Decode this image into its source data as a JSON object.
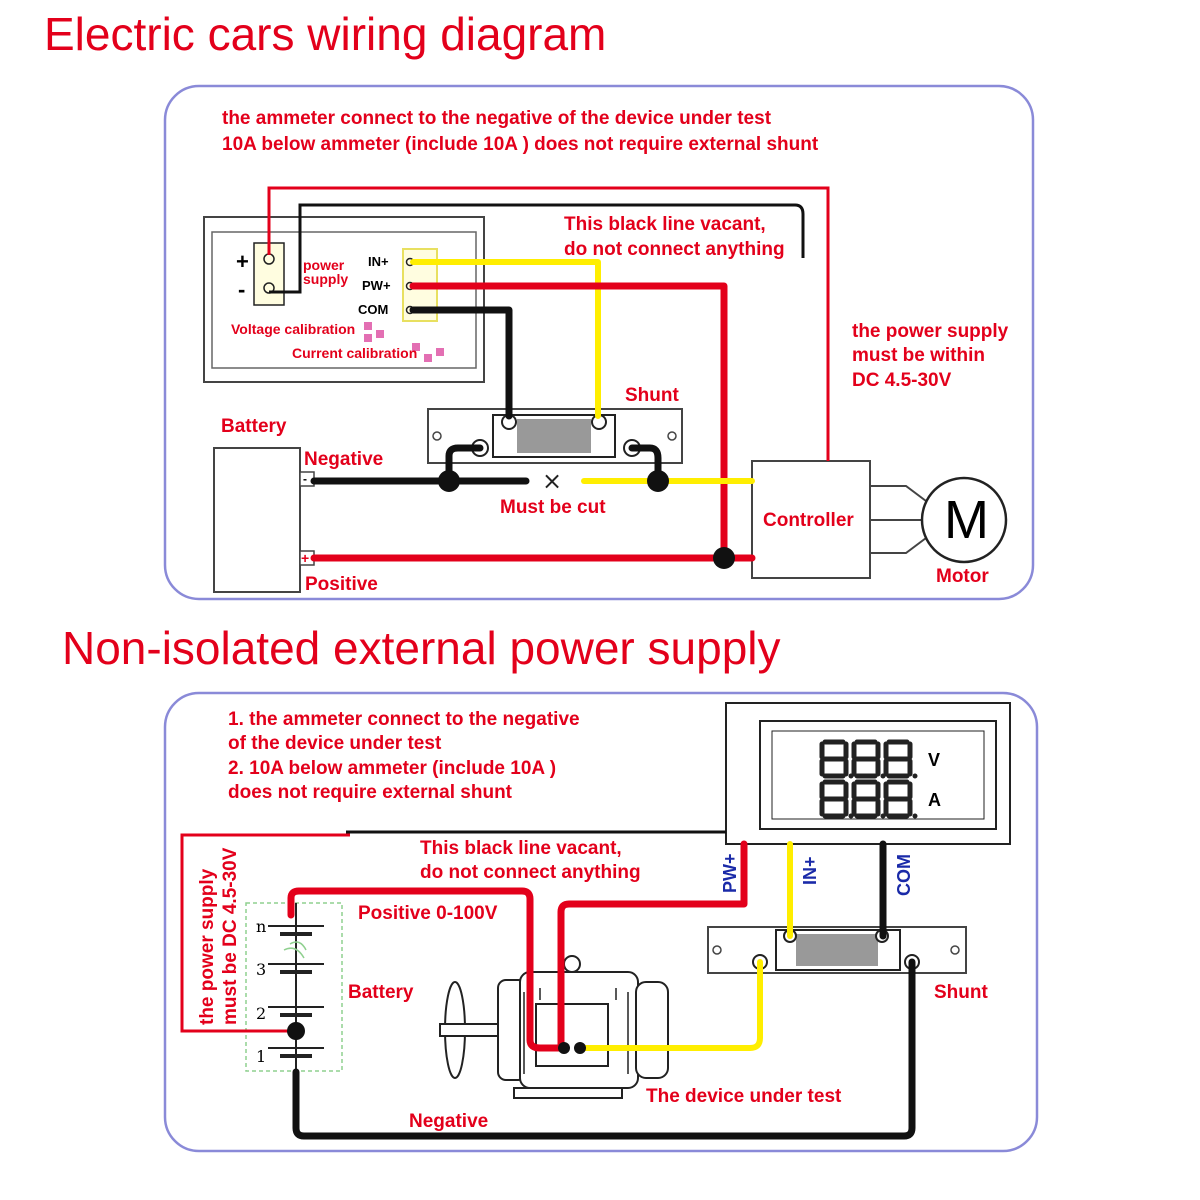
{
  "top": {
    "title": "Electric cars wiring diagram",
    "note_line1": "the ammeter connect to the negative of the device under test",
    "note_line2": "10A below ammeter (include 10A ) does not require external shunt",
    "vacant_line1": "This black line vacant,",
    "vacant_line2": "do not connect anything",
    "plus_sign": "+",
    "minus_sign": "-",
    "power_supply_line1": "power",
    "power_supply_line2": "supply",
    "in_plus": "IN+",
    "pw_plus": "PW+",
    "com": "COM",
    "voltage_calibration": "Voltage calibration",
    "current_calibration": "Current calibration",
    "shunt": "Shunt",
    "battery": "Battery",
    "negative": "Negative",
    "positive": "Positive",
    "must_be_cut": "Must be cut",
    "cut_mark": "×",
    "battery_minus": "-",
    "battery_plus": "+",
    "controller": "Controller",
    "motor_letter": "M",
    "motor": "Motor",
    "supply_range_line1": "the power supply",
    "supply_range_line2": "must be within",
    "supply_range_line3": "DC 4.5-30V"
  },
  "bottom": {
    "title": "Non-isolated external power supply",
    "note_line1": "1. the ammeter connect to the negative",
    "note_line2": "of the device under test",
    "note_line3": "2. 10A below ammeter (include 10A )",
    "note_line4": "does not require external shunt",
    "vacant_line1": "This black line vacant,",
    "vacant_line2": "do not connect anything",
    "pw_plus": "PW+",
    "in_plus": "IN+",
    "com": "COM",
    "unit_v": "V",
    "unit_a": "A",
    "positive_range": "Positive 0-100V",
    "battery": "Battery",
    "shunt": "Shunt",
    "device": "The device under test",
    "negative": "Negative",
    "supply_range_line1": "the power supply",
    "supply_range_line2": "must be DC 4.5-30V",
    "cell_n": "n",
    "cell_3": "3",
    "cell_2": "2",
    "cell_1": "1"
  },
  "colors": {
    "label_red": "#e3001b",
    "wire_red": "#e3001b",
    "wire_black": "#111111",
    "wire_yellow": "#ffee00",
    "pin_label_blue": "#1a2aa8",
    "frame": "#8a8ad8"
  }
}
